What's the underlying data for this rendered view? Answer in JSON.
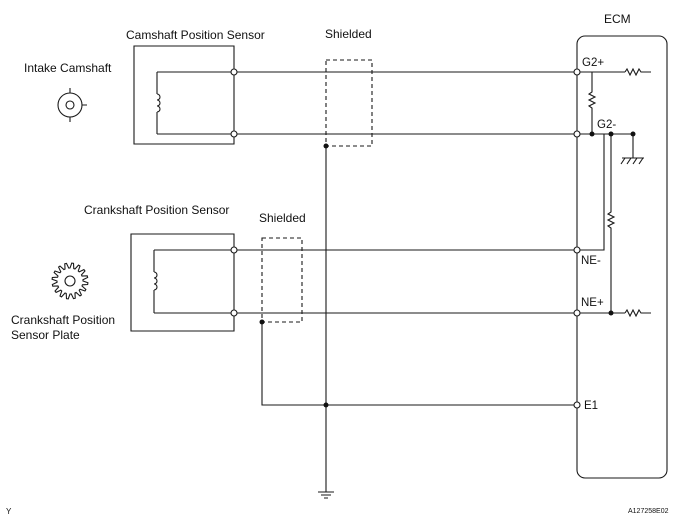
{
  "labels": {
    "ecm": "ECM",
    "cam_sensor": "Camshaft Position Sensor",
    "shielded_top": "Shielded",
    "intake_camshaft": "Intake Camshaft",
    "crank_sensor": "Crankshaft Position Sensor",
    "shielded_bottom": "Shielded",
    "crank_plate_line1": "Crankshaft Position",
    "crank_plate_line2": "Sensor Plate",
    "footer_left": "Y",
    "footer_right": "A127258E02"
  },
  "terminals": {
    "g2_plus": "G2+",
    "g2_minus": "G2-",
    "ne_minus": "NE-",
    "ne_plus": "NE+",
    "e1": "E1"
  }
}
